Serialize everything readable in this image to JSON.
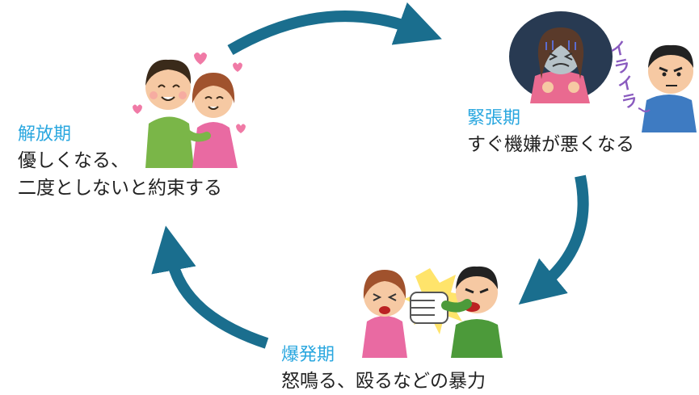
{
  "phases": [
    {
      "id": "release",
      "title": "解放期",
      "lines": [
        "優しくなる、",
        "二度としないと約束する"
      ]
    },
    {
      "id": "tension",
      "title": "緊張期",
      "lines": [
        "すぐ機嫌が悪くなる"
      ]
    },
    {
      "id": "explosion",
      "title": "爆発期",
      "lines": [
        "怒鳴る、殴るなどの暴力"
      ]
    }
  ],
  "decor": {
    "irritation_text": "イライラ"
  },
  "colors": {
    "accent": "#2aa7df",
    "arrow": "#1a6e8e",
    "text": "#222222"
  }
}
